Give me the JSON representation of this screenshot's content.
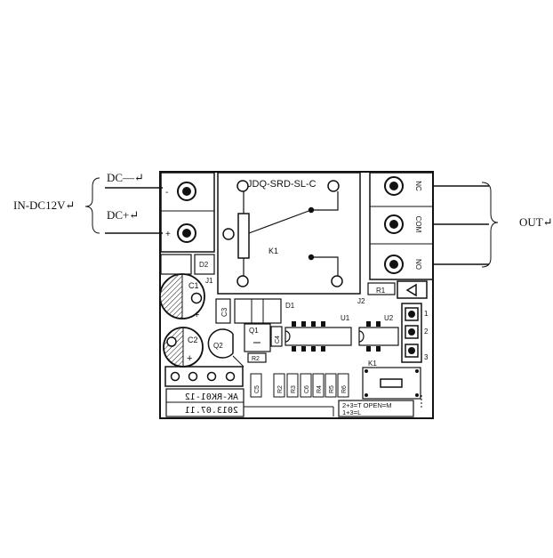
{
  "external_labels": {
    "input": "IN-DC12V↵",
    "dc_minus": "DC—↵",
    "dc_plus": "DC+↵",
    "output": "OUT↵"
  },
  "terminal_marks": {
    "minus": "-",
    "plus": "+"
  },
  "output_terminals": [
    "NC",
    "COM",
    "NO"
  ],
  "relay": {
    "model": "JDQ-SRD-SL-C",
    "designator": "K1",
    "jumper": "J2"
  },
  "components": {
    "d2": "D2",
    "j1": "J1",
    "c1": "C1",
    "c2": "C2",
    "c3": "C3",
    "d1": "D1",
    "q1": "Q1",
    "q2": "Q2",
    "c4": "C4",
    "r1": "R1",
    "r2": "R2",
    "u1": "U1",
    "u2": "U2",
    "k1_button": "K1",
    "pin1": "1",
    "pin2": "2",
    "pin3": "3",
    "plus_mark": "+"
  },
  "resistor_row": [
    "C5",
    "R2",
    "R3",
    "C6",
    "R4",
    "R5",
    "R6"
  ],
  "board_info": {
    "model": "AK-RK01-12",
    "date": "2013.07.11"
  },
  "mode_legend": {
    "line1": "2+3=T OPEN=M",
    "line2": "1+3=L"
  }
}
